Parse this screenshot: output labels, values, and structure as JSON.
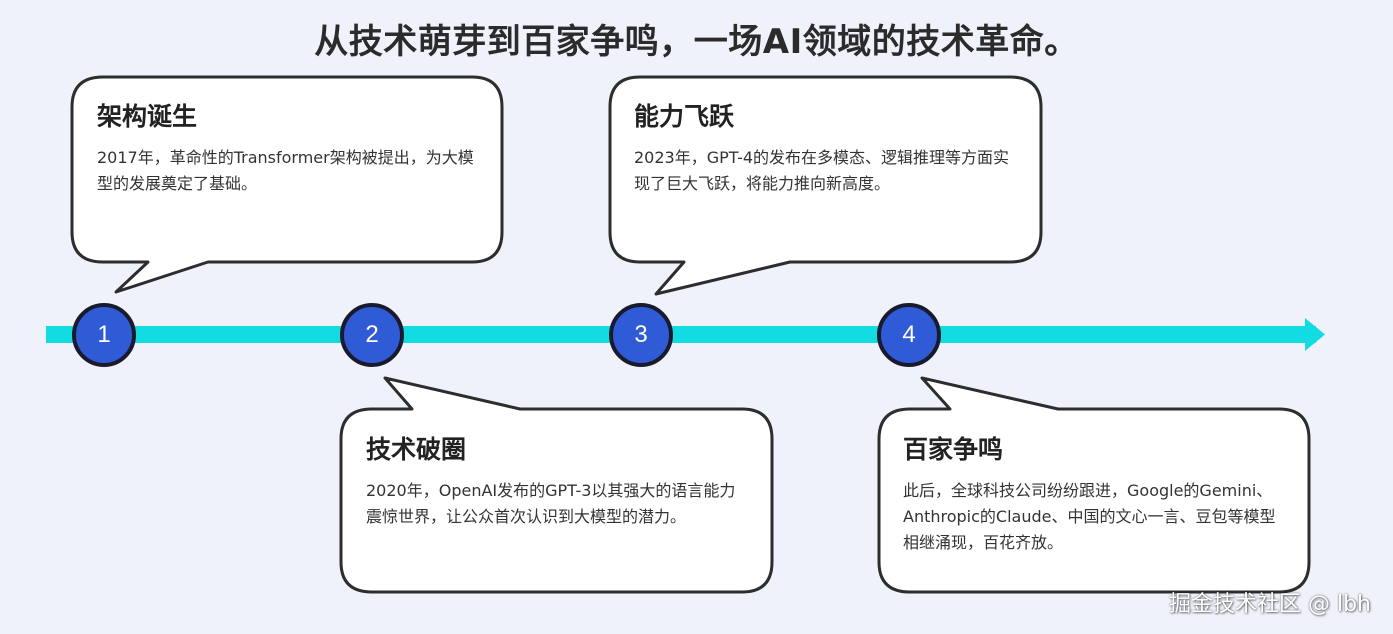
{
  "title": "从技术萌芽到百家争鸣，一场AI领域的技术革命。",
  "colors": {
    "background": "#f0f2fb",
    "timeline": "#12dce2",
    "node_fill": "#2f5bd6",
    "node_stroke": "#1a1a2e",
    "card_fill": "#ffffff",
    "card_stroke": "#2d2d2d"
  },
  "nodes": [
    "1",
    "2",
    "3",
    "4"
  ],
  "cards": [
    {
      "heading": "架构诞生",
      "body": "2017年，革命性的Transformer架构被提出，为大模型的发展奠定了基础。"
    },
    {
      "heading": "技术破圈",
      "body": "2020年，OpenAI发布的GPT-3以其强大的语言能力震惊世界，让公众首次认识到大模型的潜力。"
    },
    {
      "heading": "能力飞跃",
      "body": "2023年，GPT-4的发布在多模态、逻辑推理等方面实现了巨大飞跃，将能力推向新高度。"
    },
    {
      "heading": "百家争鸣",
      "body": "此后，全球科技公司纷纷跟进，Google的Gemini、Anthropic的Claude、中国的文心一言、豆包等模型相继涌现，百花齐放。"
    }
  ],
  "watermark": "掘金技术社区 @ lbh"
}
